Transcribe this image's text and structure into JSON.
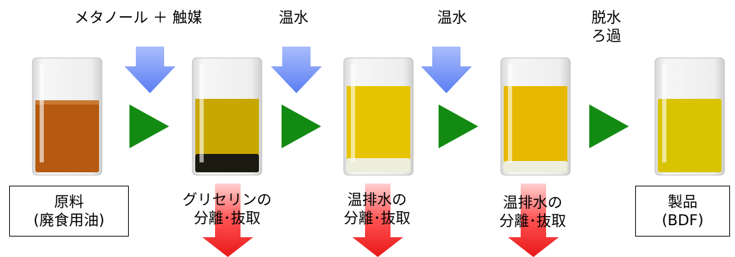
{
  "inputs": {
    "methanol_catalyst": "メタノール ＋ 触媒",
    "warm_water_1": "温水",
    "warm_water_2": "温水",
    "dehydration_line1": "脱水",
    "dehydration_line2": "ろ過"
  },
  "boxes": {
    "raw_line1": "原料",
    "raw_line2": "(廃食用油)",
    "product_line1": "製品",
    "product_line2": "(BDF)"
  },
  "outputs": {
    "glycerin_line1": "グリセリンの",
    "glycerin_line2": "分離･抜取",
    "wastewater1_line1": "温排水の",
    "wastewater1_line2": "分離･抜取",
    "wastewater2_line1": "温排水の",
    "wastewater2_line2": "分離･抜取"
  },
  "colors": {
    "input_arrow": "#6f8ff7",
    "output_arrow": "#f03030",
    "process_arrow": "#138b13",
    "raw_oil": "#b55a10",
    "mixture_top": "#c8a800",
    "glycerin_layer": "#1a1a10",
    "washed_1": "#e8c400",
    "washed_2": "#e6b800",
    "product": "#d8c400"
  }
}
